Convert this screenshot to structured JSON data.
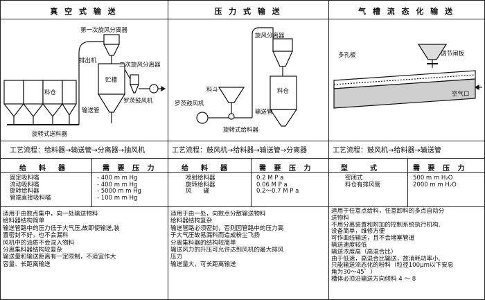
{
  "columns": [
    {
      "title": "真 空 式 输 送",
      "flow": "工艺流程：给料器→输送管→分离器→抽风机",
      "header": {
        "c1": "给　料　器",
        "c2": "需 要 压 力"
      },
      "feeders": [
        "固定吸料嘴",
        "流动吸料嘴",
        "旋转给料器",
        "管端直接吸料嘴"
      ],
      "pressures": [
        "- 400 m m Hg",
        "- 400 m m Hg",
        "- 5000 m m Hg",
        "- 100 m m Hg"
      ],
      "notes": [
        "适用于由数点集中，向一处输送物料",
        "给料器结构简单",
        "输送管路中的压力低于大气压,故即使输送,装",
        "置密封不好，也不会漏料",
        "风机中的油质不会混入物料",
        "分离集料器结构较复杂",
        "输送量和输送距离有一定限制，不适宜作大",
        "容量、长距离输送"
      ],
      "diagram": {
        "labels": [
          "第一次旋风分离器",
          "排出机",
          "二次旋风分离器",
          "贮槽",
          "罗茨鼓风机",
          "料仓",
          "输送管",
          "旋转式送料器"
        ]
      }
    },
    {
      "title": "压 力 式 输 送",
      "flow": "工艺流程：鼓风机→给料器→输送管→分离器",
      "header": {
        "c1": "给　料　器",
        "c2": "需 要 压 力"
      },
      "feeders": [
        "喷射给料器",
        "旋转给料器",
        "风　　罐"
      ],
      "pressures": [
        "0.2 M P a",
        "0.06 M P a",
        "0.2～0.7 M P a"
      ],
      "notes": [
        "适用于由一处，向数点分散输送物料",
        "给料器结构复杂",
        "输送管路必须密封，否则因管路中的压力高",
        "于大气压故易漏料而造成粉尘飞扬",
        "分离集料器的结构较简单",
        "输送风力的升压可允许达到风机的最大排风",
        "压力",
        "输送量大，可长距离输送"
      ],
      "diagram": {
        "labels": [
          "旋风分离器",
          "料斗",
          "料仓",
          "罗茨鼓风机",
          "输送管",
          "旋转式给料器"
        ]
      }
    },
    {
      "title": "气 槽 流 态 化 输 送",
      "flow": "工艺流程：鼓风机→给料器→输送管",
      "header": {
        "c1": "型　　式",
        "c2": "需 要 压 力"
      },
      "feeders": [
        "密闭式",
        "料仓有排风管"
      ],
      "pressures": [
        "500 m m H₂O",
        "2000 m m H₂O"
      ],
      "notes": [
        "适用于任意点给料，任意卸料的多点自动分",
        "送物料",
        "不用分离装置和附加的控制系统执行机构,",
        "设备简单，维修方便",
        "可作曲线输送，且不会堵塞管道",
        "输送速度较低",
        "输送浓度高（高混合比）",
        "由于低速，高混合比输送，故消耗功率小,",
        "只能输送流态化的粉料（粒径100μm以下安息",
        "角为30～45゜）",
        "槽体必须沿输送方向倾料 4 ～ 8"
      ],
      "diagram": {
        "labels": [
          "多孔板",
          "调节闸板",
          "空气口"
        ]
      }
    }
  ]
}
